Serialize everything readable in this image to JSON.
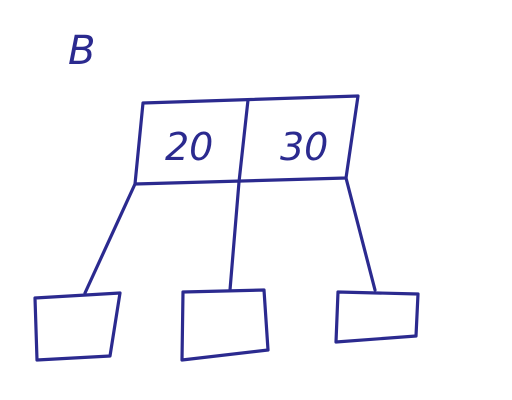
{
  "diagram": {
    "label": "B",
    "root_node": {
      "keys": [
        "20",
        "30"
      ]
    },
    "child_count": 3,
    "children": [
      {
        "keys": []
      },
      {
        "keys": []
      },
      {
        "keys": []
      }
    ]
  },
  "colors": {
    "ink": "#2b2a8f",
    "background": "#ffffff"
  }
}
